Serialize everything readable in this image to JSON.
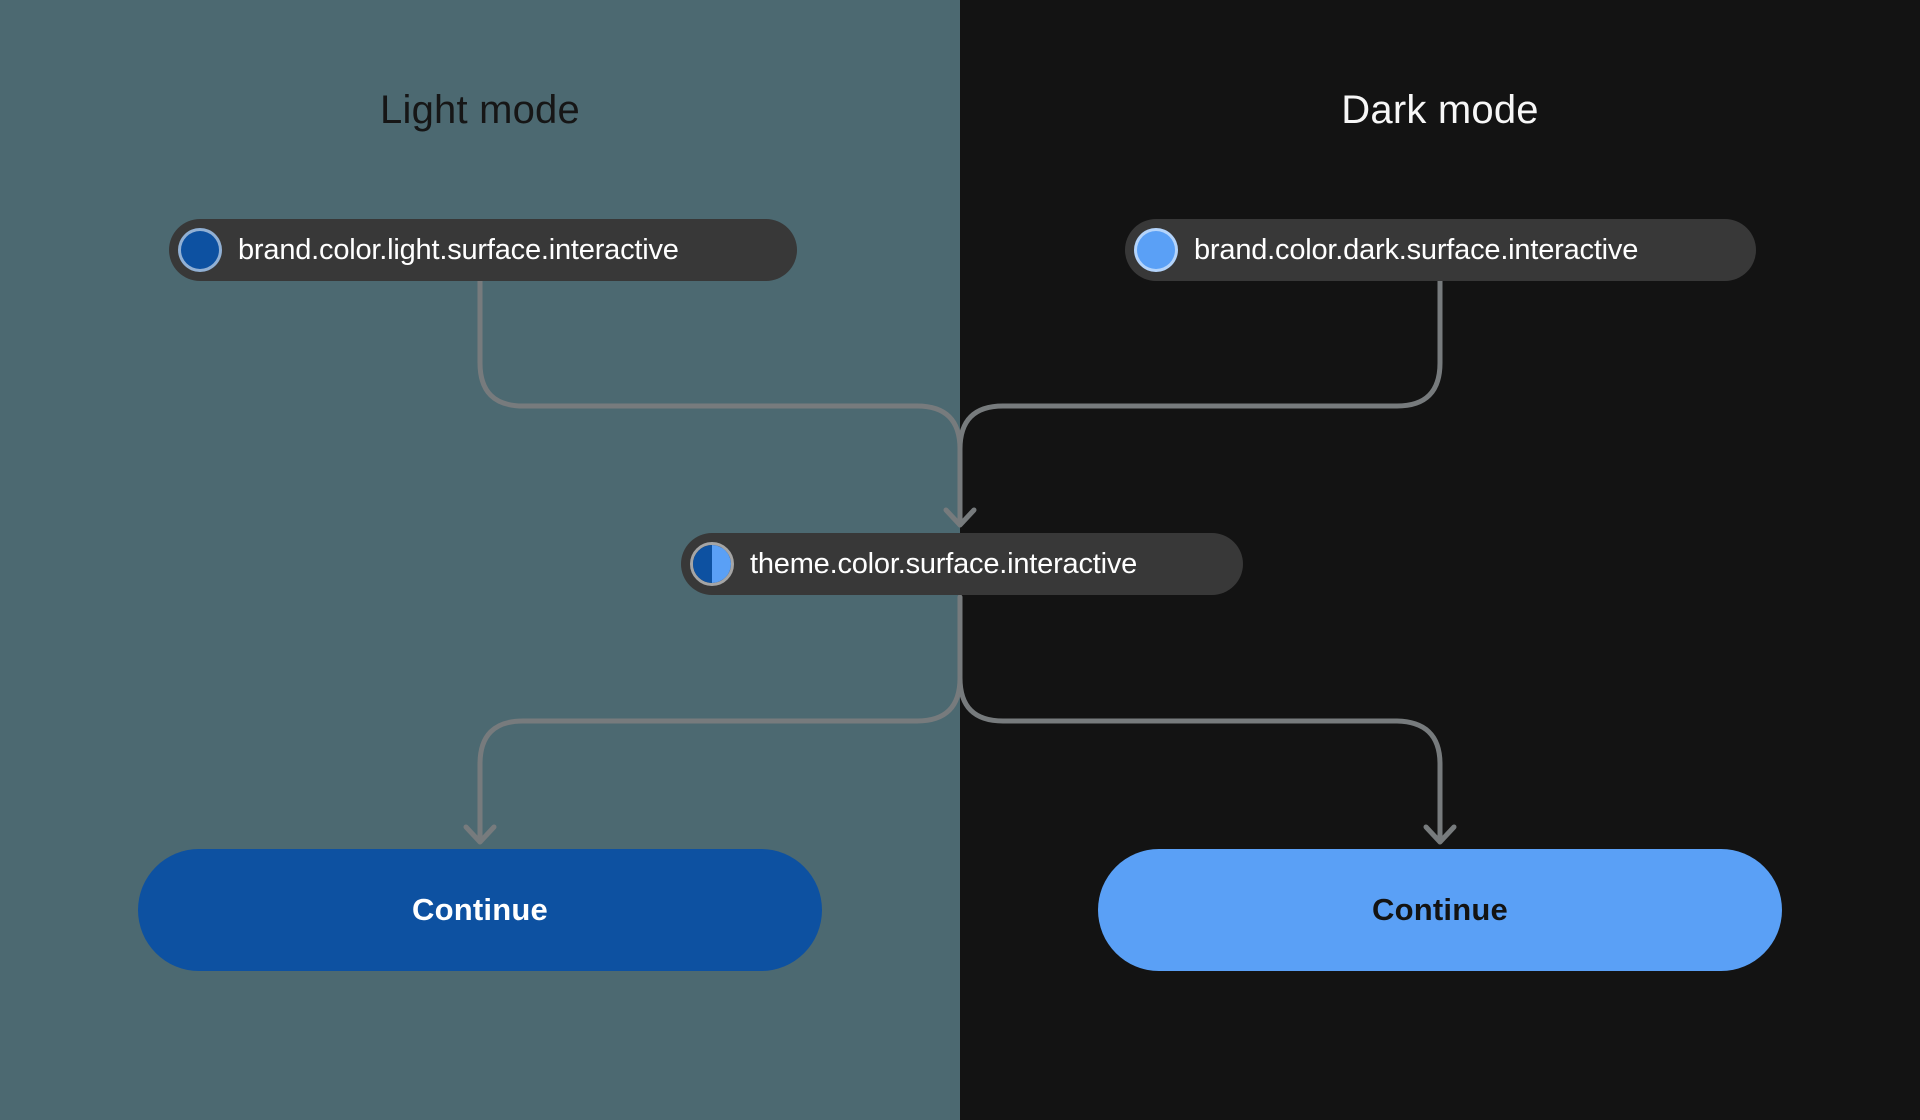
{
  "panels": {
    "light": {
      "title": "Light mode",
      "bg": "#4C6971",
      "title_color": "#161616"
    },
    "dark": {
      "title": "Dark mode",
      "bg": "#131313",
      "title_color": "#F7F7F7"
    }
  },
  "tokens": {
    "light": {
      "label": "brand.color.light.surface.interactive",
      "swatch": "#0D51A1"
    },
    "dark": {
      "label": "brand.color.dark.surface.interactive",
      "swatch": "#5AA0F6"
    },
    "theme": {
      "label": "theme.color.surface.interactive",
      "swatch_left": "#0D51A1",
      "swatch_right": "#5AA0F6"
    }
  },
  "buttons": {
    "light": {
      "label": "Continue",
      "bg": "#0D51A1",
      "text_color": "#FFFFFF"
    },
    "dark": {
      "label": "Continue",
      "bg": "#5AA0F6",
      "text_color": "#131313"
    }
  },
  "pill": {
    "bg": "#383838",
    "text_color": "#FFFFFF"
  },
  "connector": {
    "color": "#777B7D"
  }
}
